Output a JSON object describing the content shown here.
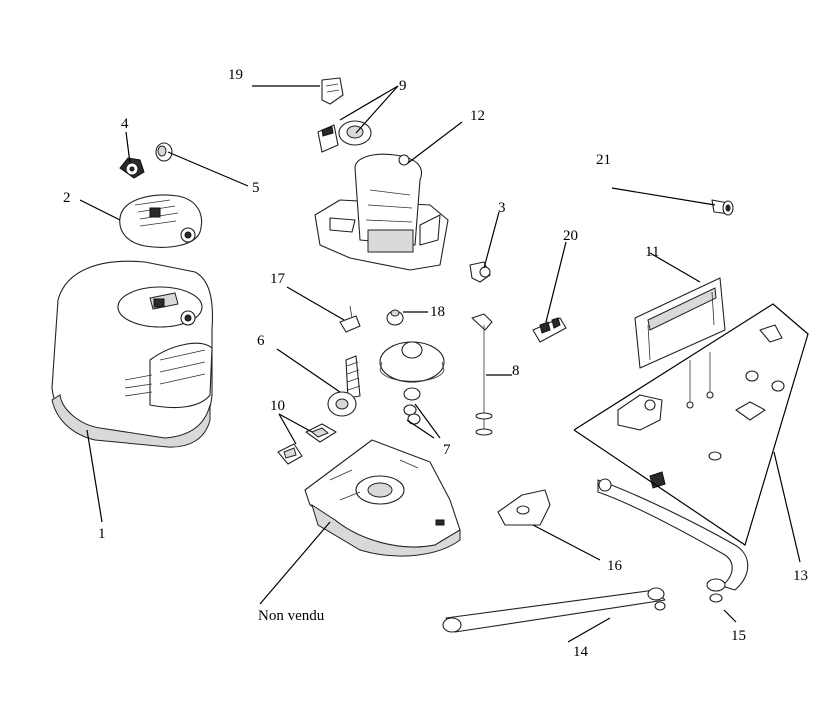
{
  "diagram": {
    "callouts": [
      {
        "id": "1",
        "label": "1"
      },
      {
        "id": "2",
        "label": "2"
      },
      {
        "id": "3",
        "label": "3"
      },
      {
        "id": "4",
        "label": "4"
      },
      {
        "id": "5",
        "label": "5"
      },
      {
        "id": "6",
        "label": "6"
      },
      {
        "id": "7",
        "label": "7"
      },
      {
        "id": "8",
        "label": "8"
      },
      {
        "id": "9",
        "label": "9"
      },
      {
        "id": "10",
        "label": "10"
      },
      {
        "id": "11",
        "label": "11"
      },
      {
        "id": "12",
        "label": "12"
      },
      {
        "id": "13",
        "label": "13"
      },
      {
        "id": "14",
        "label": "14"
      },
      {
        "id": "15",
        "label": "15"
      },
      {
        "id": "16",
        "label": "16"
      },
      {
        "id": "17",
        "label": "17"
      },
      {
        "id": "18",
        "label": "18"
      },
      {
        "id": "19",
        "label": "19"
      },
      {
        "id": "20",
        "label": "20"
      },
      {
        "id": "21",
        "label": "21"
      }
    ],
    "base_note": "Non vendu"
  }
}
